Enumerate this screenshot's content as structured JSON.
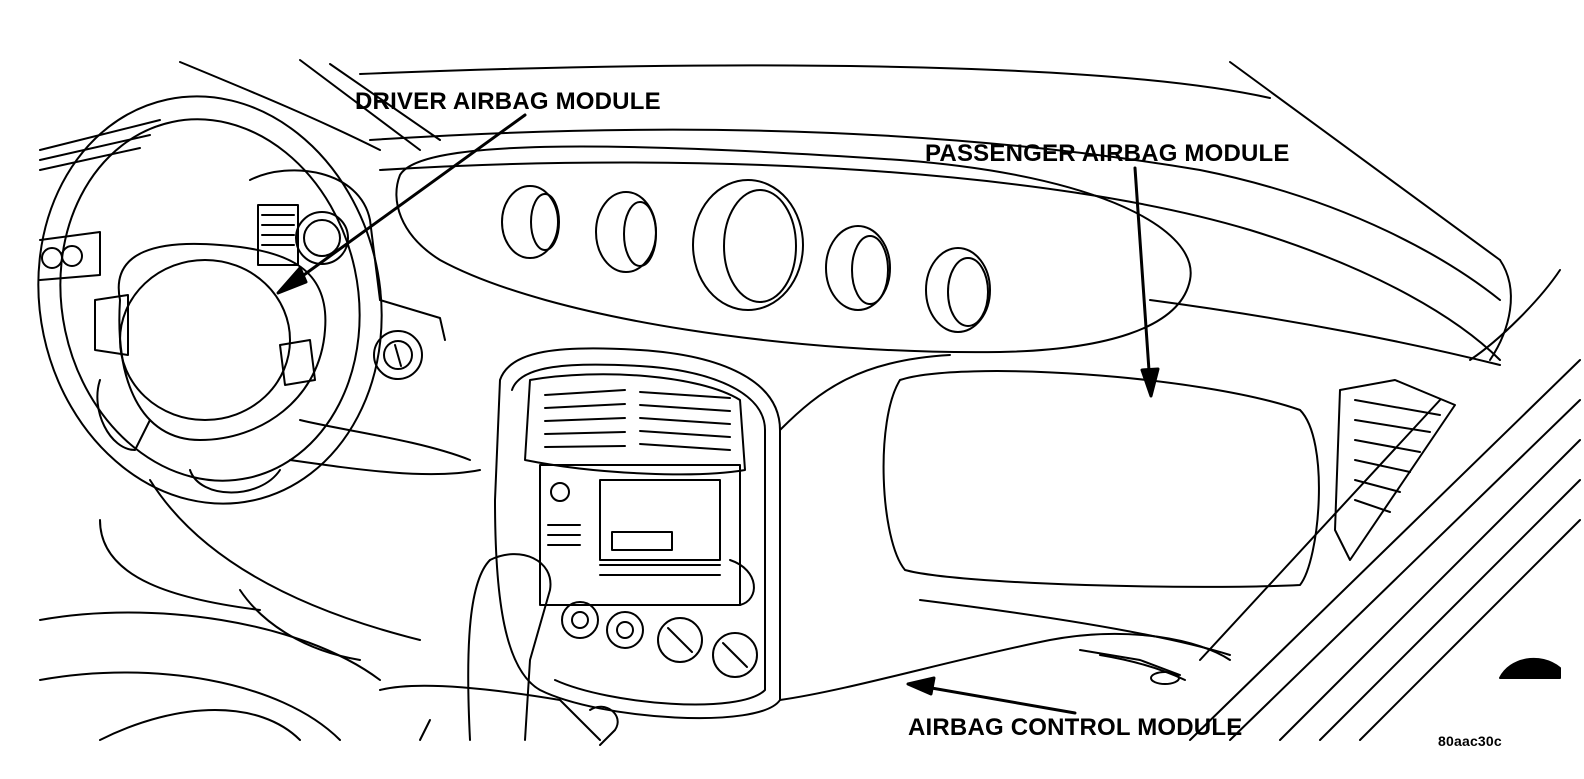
{
  "labels": {
    "driver_airbag": "DRIVER AIRBAG MODULE",
    "passenger_airbag": "PASSENGER AIRBAG MODULE",
    "airbag_control": "AIRBAG CONTROL MODULE",
    "figure_code": "80aac30c"
  },
  "colors": {
    "ink": "#000000",
    "paper": "#ffffff"
  }
}
